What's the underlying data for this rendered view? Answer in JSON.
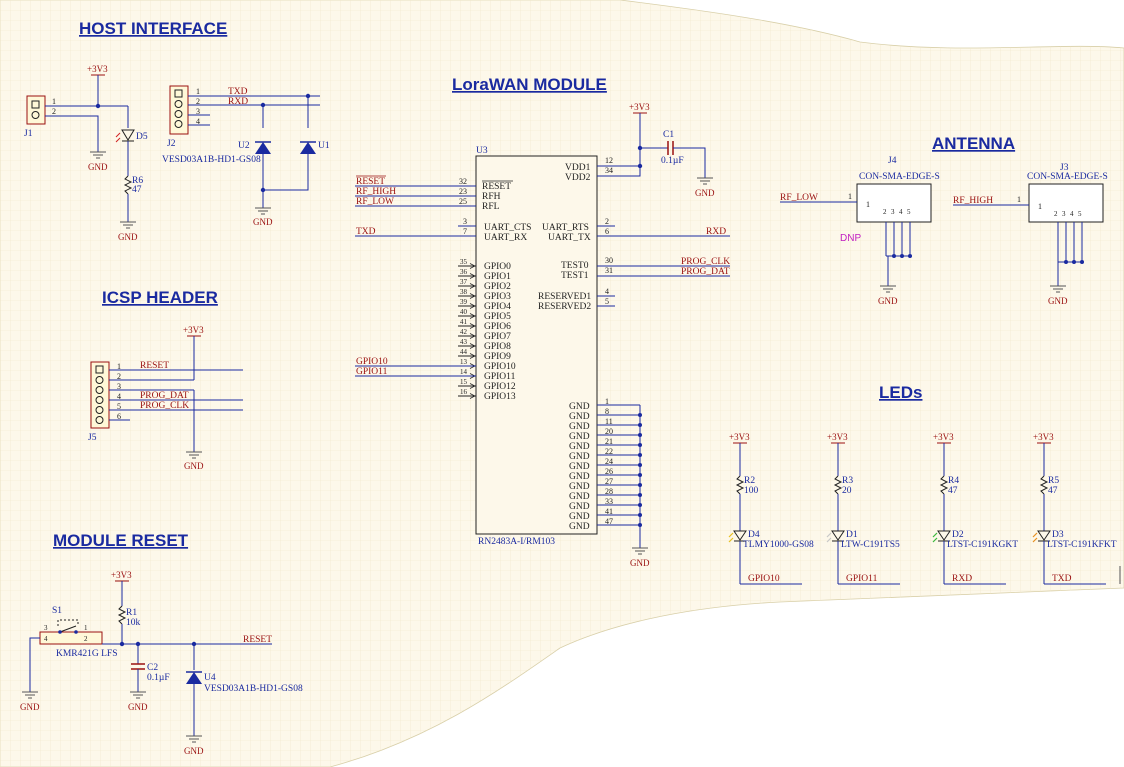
{
  "sections": {
    "host": "HOST INTERFACE",
    "icsp": "ICSP HEADER",
    "reset": "MODULE RESET",
    "lora": "LoraWAN MODULE",
    "antenna": "ANTENNA",
    "leds": "LEDs"
  },
  "power": {
    "v33": "+3V3",
    "gnd": "GND"
  },
  "host": {
    "j1": "J1",
    "j2": "J2",
    "d5": "D5",
    "r6": "R6",
    "r6_val": "47",
    "u1": "U1",
    "u2": "U2",
    "u_part": "VESD03A1B-HD1-GS08",
    "txd": "TXD",
    "rxd": "RXD",
    "pins": [
      "1",
      "2",
      "3",
      "4"
    ]
  },
  "icsp": {
    "j5": "J5",
    "pins": [
      "1",
      "2",
      "3",
      "4",
      "5",
      "6"
    ],
    "reset": "RESET",
    "prog_dat": "PROG_DAT",
    "prog_clk": "PROG_CLK"
  },
  "reset": {
    "s1": "S1",
    "s1_part": "KMR421G LFS",
    "s1_pins": [
      "3",
      "4",
      "2",
      "1"
    ],
    "r1": "R1",
    "r1_val": "10k",
    "c2": "C2",
    "c2_val": "0.1µF",
    "u4": "U4",
    "u4_part": "VESD03A1B-HD1-GS08",
    "net": "RESET"
  },
  "lora": {
    "u3": "U3",
    "part": "RN2483A-I/RM103",
    "c1": "C1",
    "c1_val": "0.1µF",
    "left_nets": [
      "RESET",
      "RF_HIGH",
      "RF_LOW"
    ],
    "left_pins": [
      "RESET",
      "RFH",
      "RFL"
    ],
    "left_nums": [
      "32",
      "23",
      "25"
    ],
    "uart_left": [
      "UART_CTS",
      "UART_RX"
    ],
    "uart_left_nums": [
      "3",
      "7"
    ],
    "txd": "TXD",
    "vdd": [
      "VDD1",
      "VDD2"
    ],
    "vdd_nums": [
      "12",
      "34"
    ],
    "uart_right": [
      "UART_RTS",
      "UART_TX"
    ],
    "uart_right_nums": [
      "2",
      "6"
    ],
    "rxd": "RXD",
    "test": [
      "TEST0",
      "TEST1"
    ],
    "test_nums": [
      "30",
      "31"
    ],
    "test_nets": [
      "PROG_CLK",
      "PROG_DAT"
    ],
    "reserved": [
      "RESERVED1",
      "RESERVED2"
    ],
    "reserved_nums": [
      "4",
      "5"
    ],
    "gpio": [
      "GPIO0",
      "GPIO1",
      "GPIO2",
      "GPIO3",
      "GPIO4",
      "GPIO5",
      "GPIO6",
      "GPIO7",
      "GPIO8",
      "GPIO9",
      "GPIO10",
      "GPIO11",
      "GPIO12",
      "GPIO13"
    ],
    "gpio_nums": [
      "35",
      "36",
      "37",
      "38",
      "39",
      "40",
      "41",
      "42",
      "43",
      "44",
      "13",
      "14",
      "15",
      "16"
    ],
    "gpio_nets": [
      "GPIO10",
      "GPIO11"
    ],
    "gnd_label": "GND",
    "gnd_nums": [
      "1",
      "8",
      "11",
      "20",
      "21",
      "22",
      "24",
      "26",
      "27",
      "28",
      "33",
      "41",
      "47"
    ]
  },
  "antenna": {
    "j4": "J4",
    "j3": "J3",
    "part": "CON-SMA-EDGE-S",
    "rf_low": "RF_LOW",
    "rf_high": "RF_HIGH",
    "dnp": "DNP",
    "pin1": "1",
    "gnd_pins": [
      "2",
      "3",
      "4",
      "5"
    ]
  },
  "leds": [
    {
      "r": "R2",
      "rv": "100",
      "d": "D4",
      "part": "TLMY1000-GS08",
      "net": "GPIO10",
      "color": "#e8c020"
    },
    {
      "r": "R3",
      "rv": "20",
      "d": "D1",
      "part": "LTW-C191TS5",
      "net": "GPIO11",
      "color": "#c8c8c8"
    },
    {
      "r": "R4",
      "rv": "47",
      "d": "D2",
      "part": "LTST-C191KGKT",
      "net": "RXD",
      "color": "#3cb83c"
    },
    {
      "r": "R5",
      "rv": "47",
      "d": "D3",
      "part": "LTST-C191KFKT",
      "net": "TXD",
      "color": "#e89020"
    }
  ],
  "colors": {
    "wire": "#1a2aa0",
    "net": "#9a1010",
    "title": "#1a2aa0",
    "sheet": "#fdf8ea",
    "dnp": "#c21ec2"
  }
}
